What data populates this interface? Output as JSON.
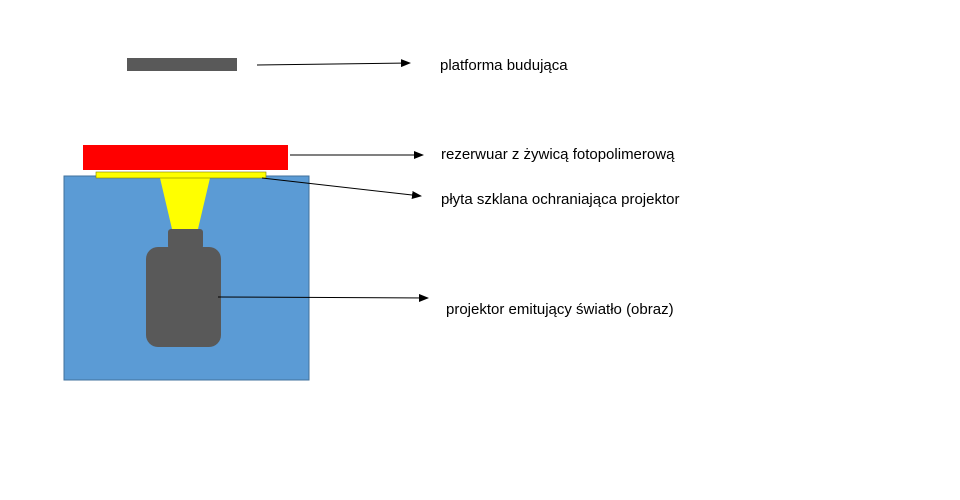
{
  "labels": {
    "platform": "platforma budująca",
    "reservoir": "rezerwuar z żywicą fotopolimerową",
    "glass": "płyta szklana ochraniająca projektor",
    "projector": "projektor emitujący światło (obraz)"
  },
  "colors": {
    "platform": "#595959",
    "reservoir": "#ff0000",
    "housing": "#5b9bd5",
    "housing_border": "#41719c",
    "glass": "#ffff00",
    "light_beam": "#ffff00",
    "projector": "#595959",
    "arrow": "#000000"
  }
}
